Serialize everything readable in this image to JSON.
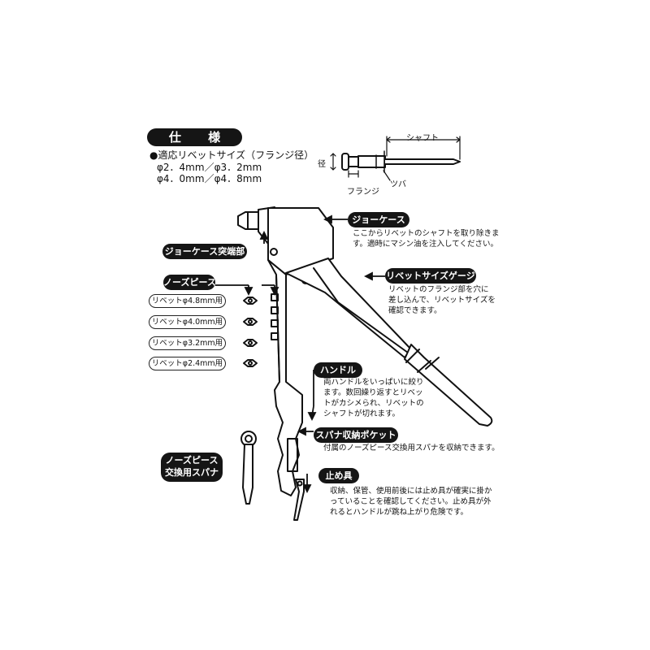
{
  "specs": {
    "title": "仕 様",
    "line1": "●適応リベットサイズ（フランジ径）",
    "line2": "φ2．4mm／φ3．2mm",
    "line3": "φ4．0mm／φ4．8mm"
  },
  "rivet_diagram": {
    "shaft": "シャフト",
    "diameter": "径",
    "collar": "ツバ",
    "flange": "フランジ"
  },
  "labels": {
    "jaw_case": "ジョーケース",
    "jaw_case_desc": "ここからリベットのシャフトを取り除きます。適時にマシン油を注入してください。",
    "jaw_case_tip": "ジョーケース突端部",
    "rivet_gauge": "リベットサイズゲージ",
    "rivet_gauge_desc": "リベットのフランジ部を穴に差し込んで、リベットサイズを確認できます。",
    "nose_piece": "ノーズピース",
    "handle": "ハンドル",
    "handle_desc": "両ハンドルをいっぱいに絞ります。数回繰り返すとリベットがカシメられ、リベットのシャフトが切れます。",
    "spanner_pocket": "スパナ収納ポケット",
    "spanner_pocket_desc": "付属のノーズピース交換用スパナを収納できます。",
    "spanner": "ノーズピース\n交換用スパナ",
    "stopper": "止め具",
    "stopper_desc": "収納、保管、使用前後には止め具が確実に掛かっていることを確認してください。止め具が外れるとハンドルが跳ね上がり危険です。"
  },
  "rivet_sizes": [
    "リベットφ4.8mm用",
    "リベットφ4.0mm用",
    "リベットφ3.2mm用",
    "リベットφ2.4mm用"
  ],
  "colors": {
    "ink": "#151515",
    "paper": "#ffffff"
  }
}
